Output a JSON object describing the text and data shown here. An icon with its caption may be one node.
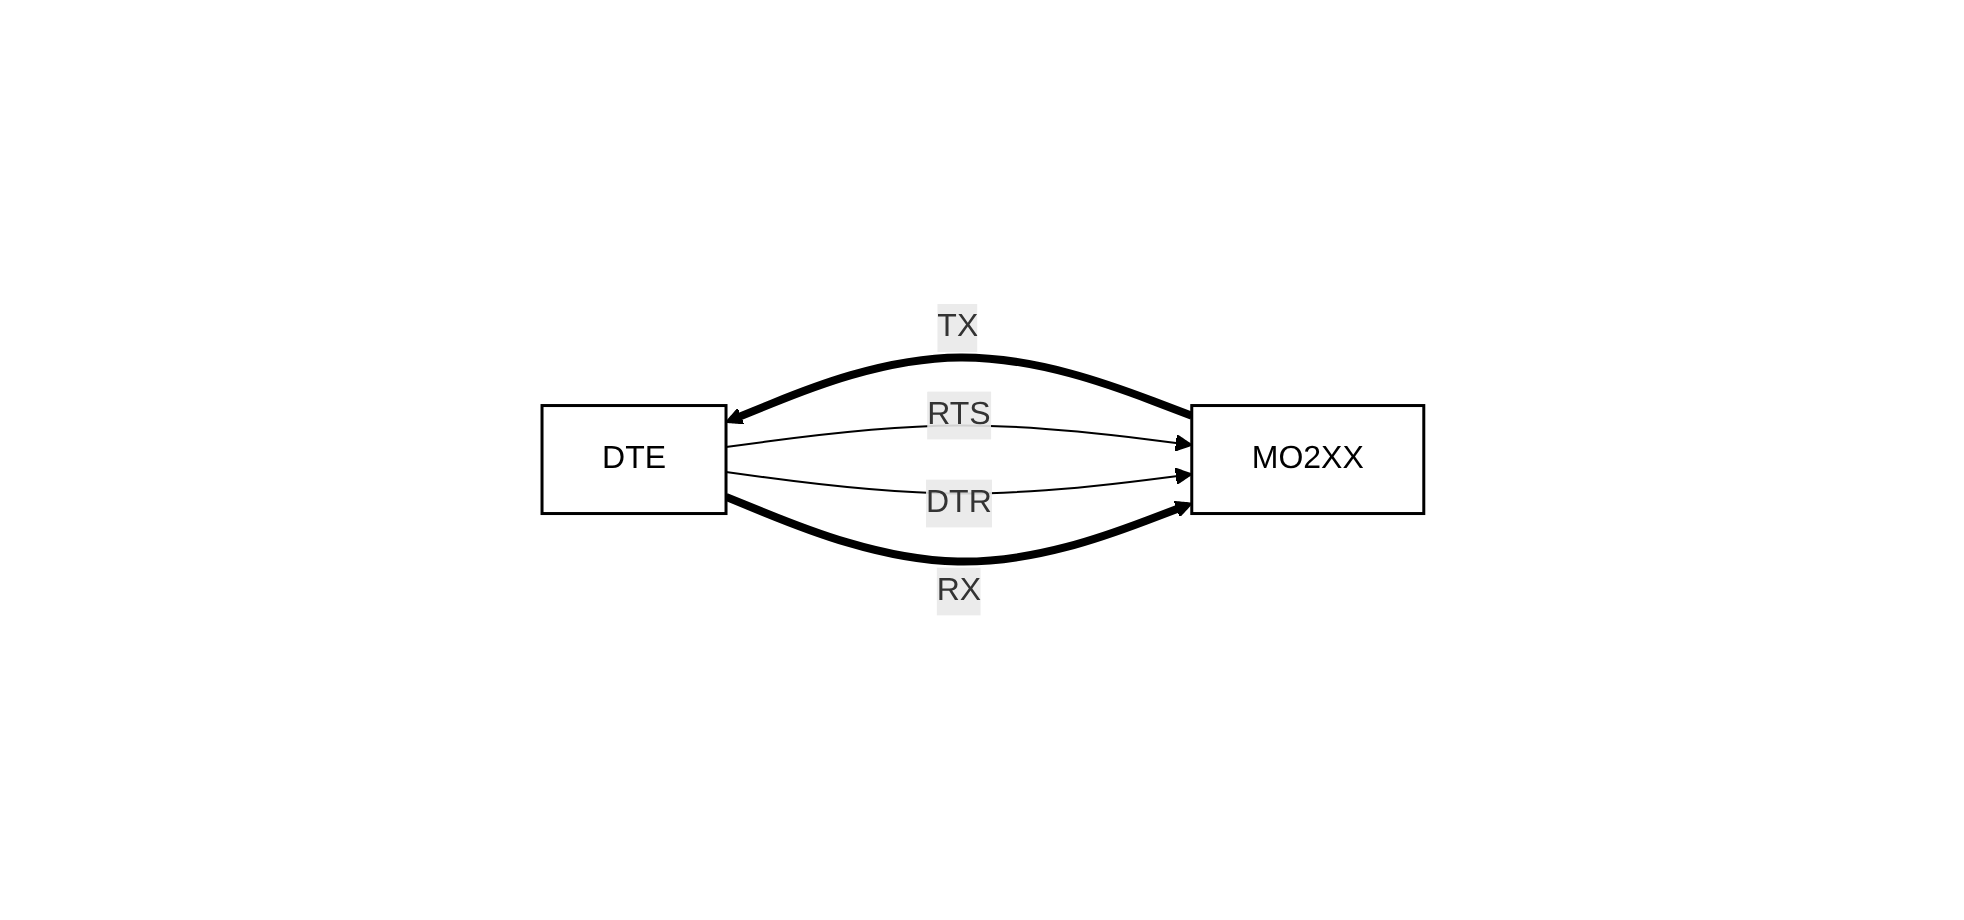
{
  "diagram": {
    "nodes": [
      {
        "text": [
          "MO2XX"
        ]
      },
      {
        "text": [
          "DTE"
        ]
      }
    ],
    "edges": [
      {
        "from": 1,
        "to": 0,
        "arrow": "to",
        "label": "RTS"
      },
      {
        "from": 1,
        "to": 0,
        "arrow": "to",
        "label": "DTR"
      },
      {
        "from": 1,
        "to": 0,
        "arrow": "to",
        "label": "RX",
        "style": "thick"
      },
      {
        "from": 0,
        "to": 1,
        "arrow": "to",
        "label": "TX",
        "style": "thick"
      }
    ]
  }
}
